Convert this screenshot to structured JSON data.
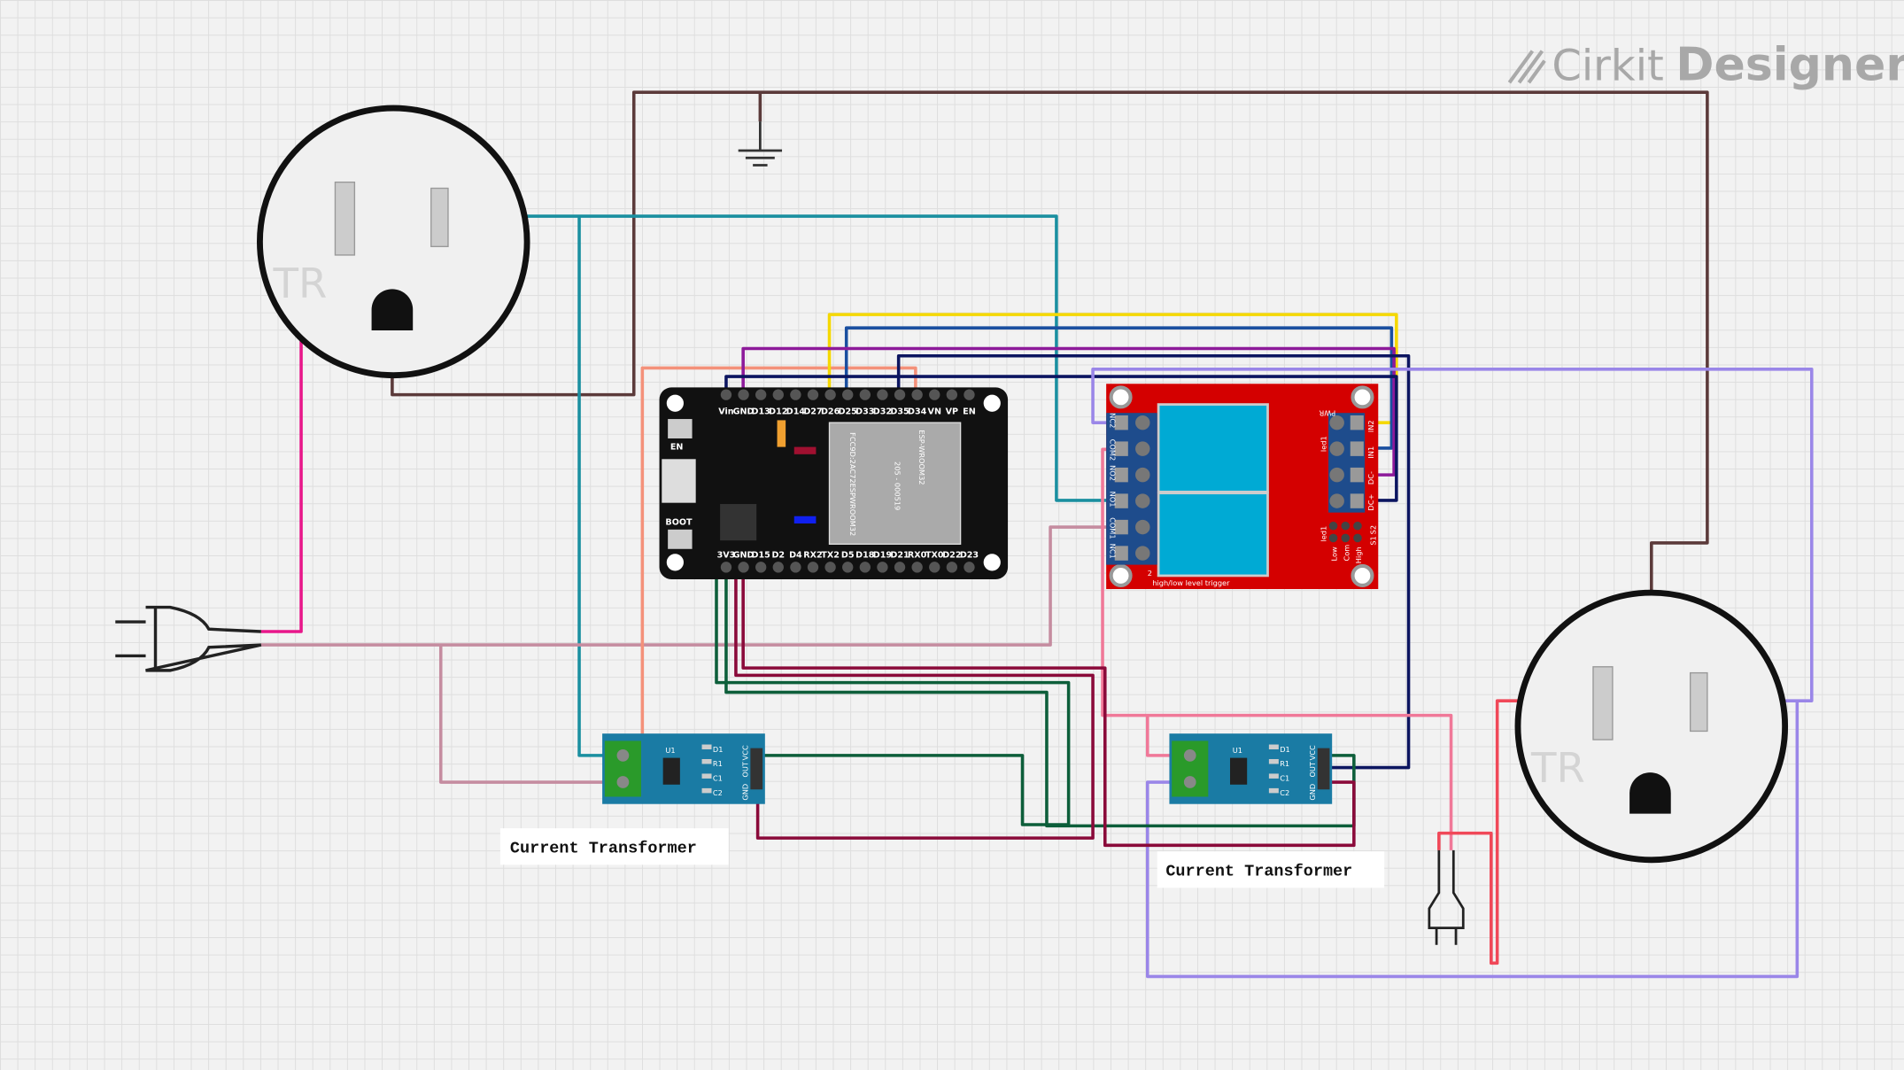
{
  "logo": {
    "brand": "Cirkit Designer",
    "word1": "Cirkit",
    "word2": "Designer"
  },
  "outlets": [
    {
      "marking": "TR"
    },
    {
      "marking": "TR"
    }
  ],
  "esp32": {
    "module": "ESP-WROOM32",
    "fcc": "FCC9D:2AC72ESPWROOM32",
    "cert": "205 - 000519",
    "buttons": [
      "EN",
      "BOOT"
    ],
    "top_pins": [
      "Vin",
      "GND",
      "D13",
      "D12",
      "D14",
      "D27",
      "D26",
      "D25",
      "D33",
      "D32",
      "D35",
      "D34",
      "VN",
      "VP",
      "EN"
    ],
    "bottom_pins": [
      "3V3",
      "GND",
      "D15",
      "D2",
      "D4",
      "RX2",
      "TX2",
      "D5",
      "D18",
      "D19",
      "D21",
      "RX0",
      "TX0",
      "D22",
      "D23"
    ]
  },
  "relay": {
    "left_terms": [
      "NC2",
      "COM2",
      "NO2",
      "NO1",
      "COM1",
      "NC1"
    ],
    "right_terms": [
      "IN2",
      "IN1",
      "DC-",
      "DC+"
    ],
    "pwr": "PWR",
    "led": "led1",
    "jumpers": [
      "S2",
      "S1"
    ],
    "jumper_cols": [
      "Low",
      "Com",
      "High"
    ],
    "num": "2",
    "caption": "high/low level trigger"
  },
  "ct_modules": [
    {
      "label": "Current Transformer"
    },
    {
      "label": "Current Transformer"
    }
  ],
  "ct_board": {
    "chip": "U1",
    "parts": [
      "D1",
      "R1",
      "C1",
      "C2"
    ],
    "pins": [
      "VCC",
      "OUT",
      "GND"
    ]
  },
  "wire_colors": {
    "brown": "#5b3a3a",
    "teal": "#1a8fa0",
    "magenta": "#e8178a",
    "mauve": "#c58ca0",
    "salmon": "#f4917a",
    "yellow": "#f5d800",
    "blue": "#1a4fa0",
    "purple": "#8d1a9a",
    "navy": "#0c1560",
    "lavender": "#9a86e8",
    "pink": "#f07898",
    "red": "#f04858",
    "green": "#0d5e3a",
    "crimson": "#8a0a3a"
  }
}
